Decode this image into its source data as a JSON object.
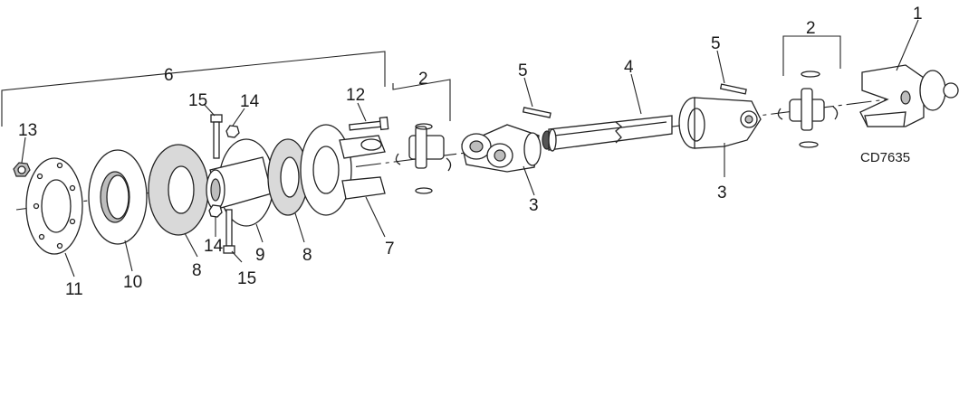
{
  "diagram": {
    "figure_code": "CD7635",
    "callouts": {
      "c1": "1",
      "c2a": "2",
      "c2b": "2",
      "c3a": "3",
      "c3b": "3",
      "c4": "4",
      "c5a": "5",
      "c5b": "5",
      "c6": "6",
      "c7": "7",
      "c8a": "8",
      "c8b": "8",
      "c9": "9",
      "c10": "10",
      "c11": "11",
      "c12": "12",
      "c13": "13",
      "c14a": "14",
      "c14b": "14",
      "c15a": "15",
      "c15b": "15"
    }
  }
}
